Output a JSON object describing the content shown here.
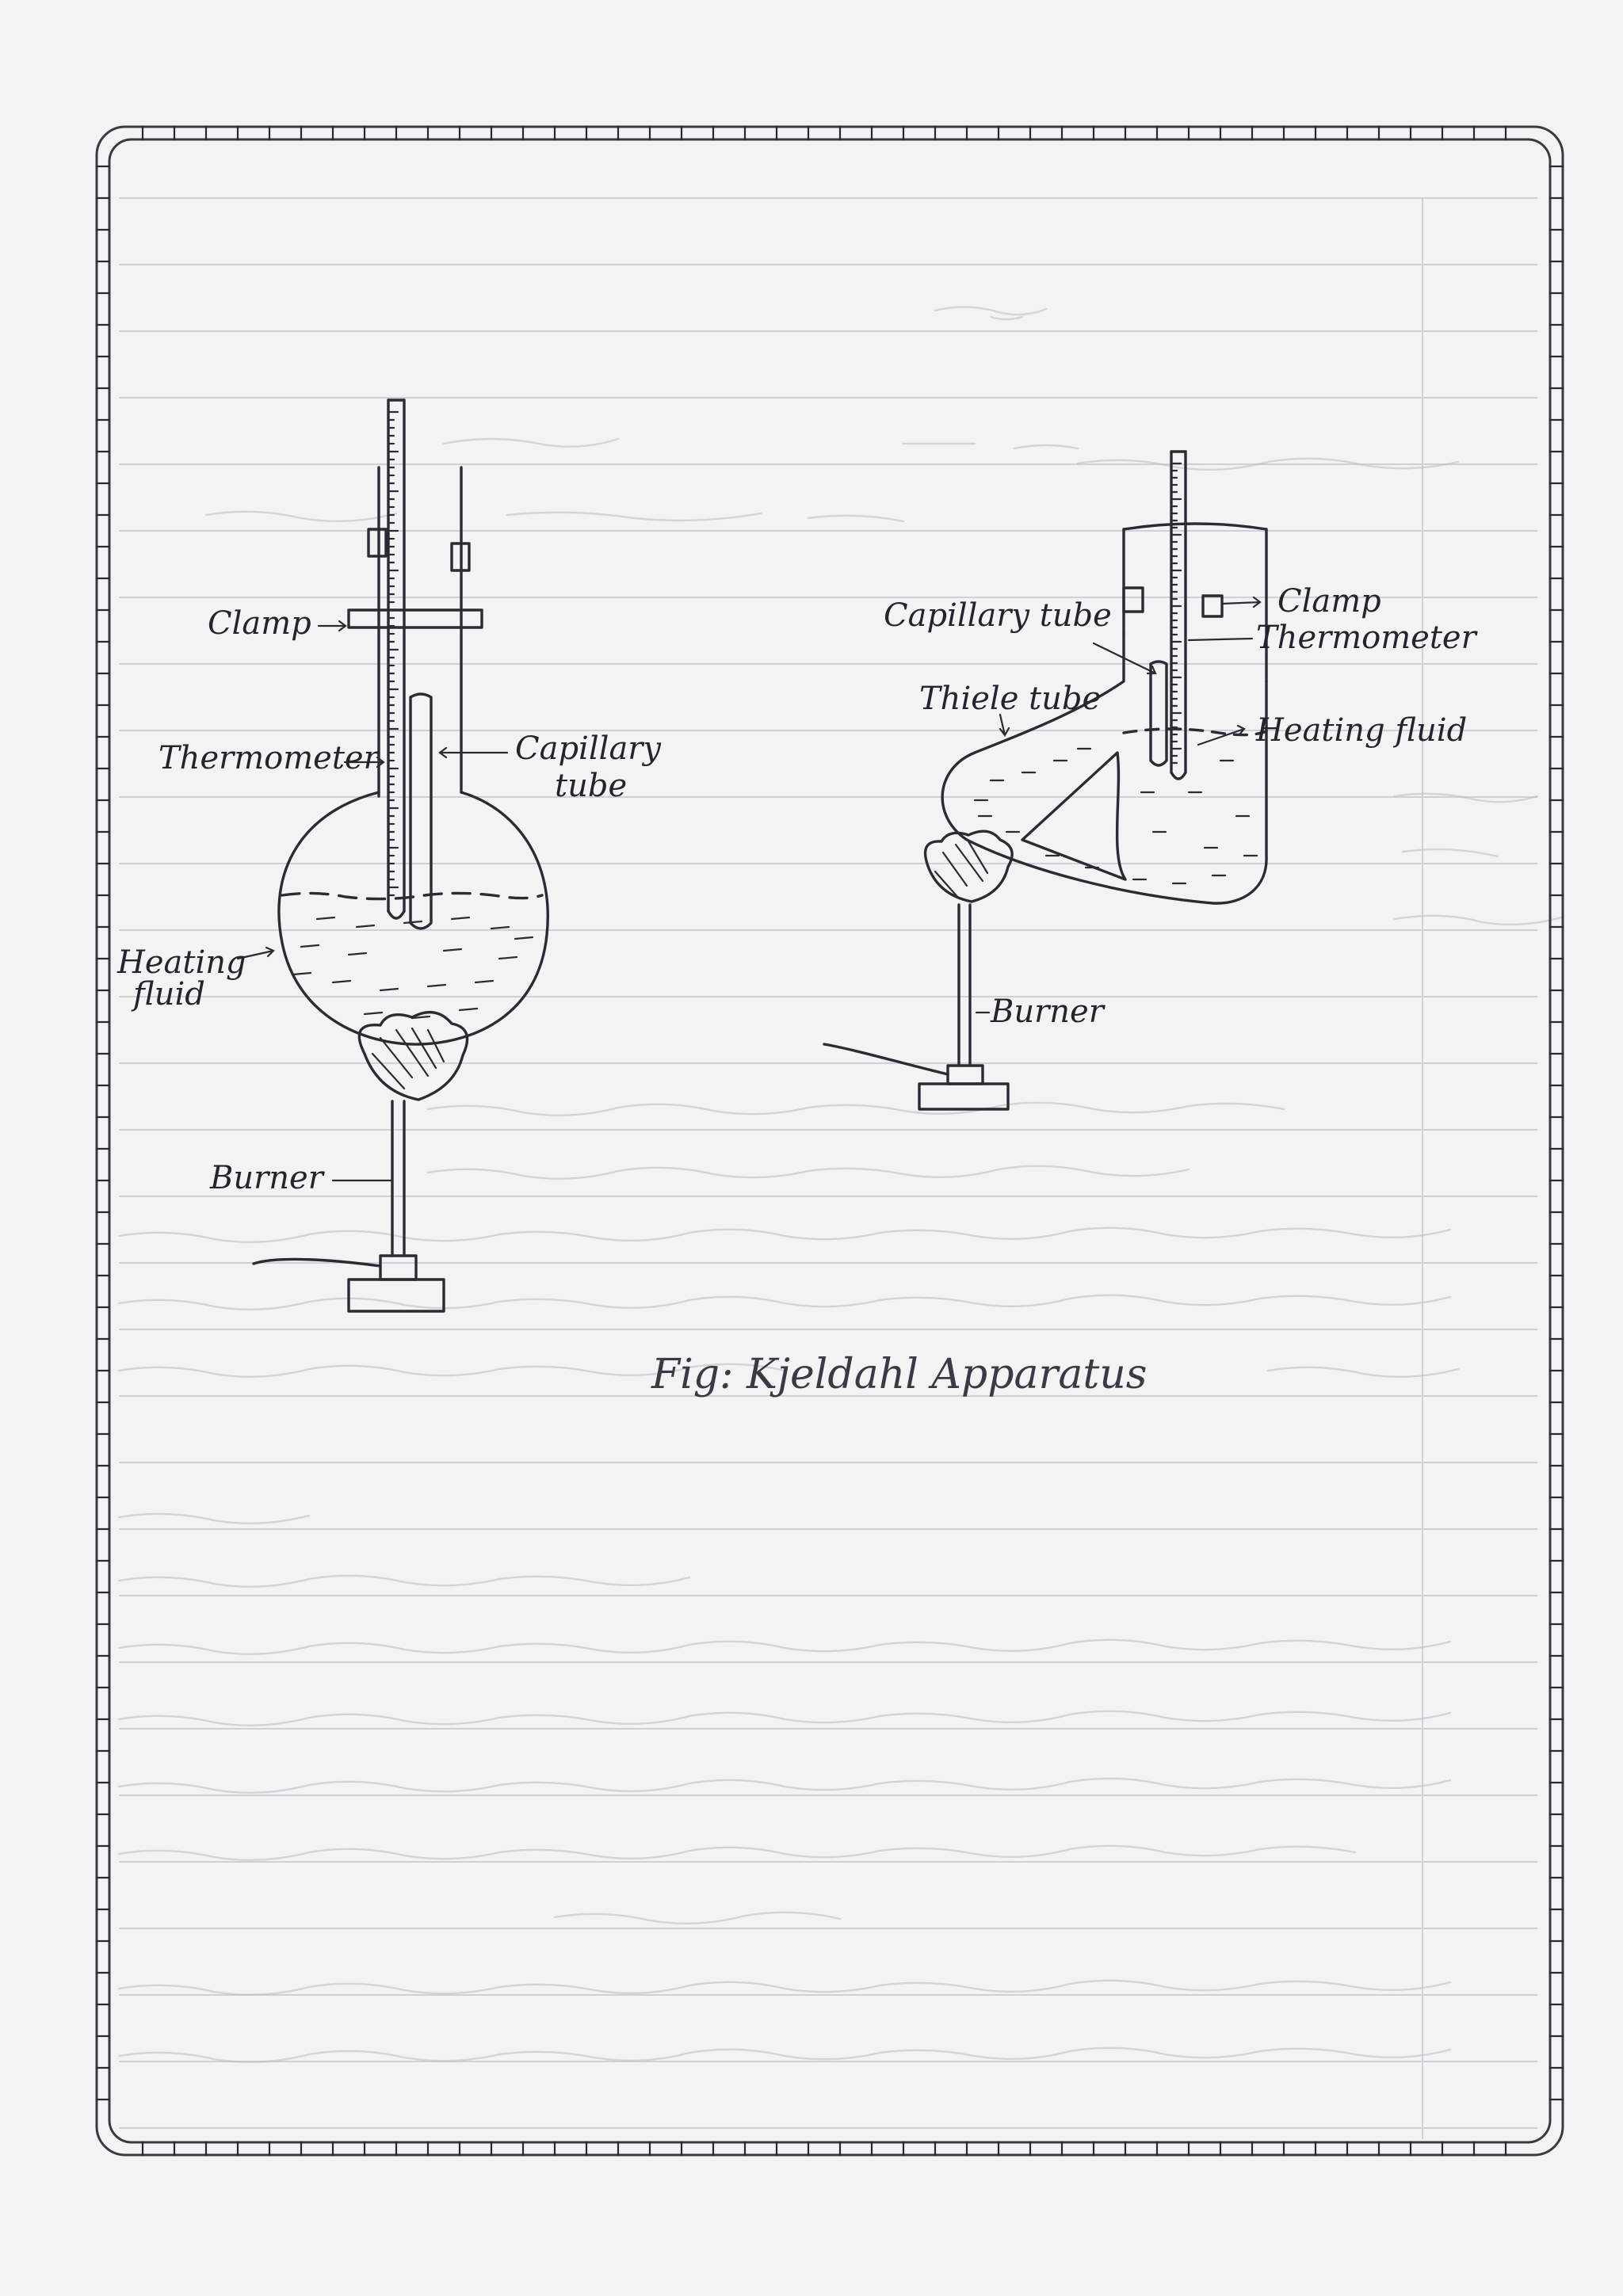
{
  "figure_caption": "Fig: Kjeldahl Apparatus",
  "left_apparatus": {
    "labels": {
      "clamp": "Clamp",
      "thermometer": "Thermometer",
      "capillary_tube_line1": "Capillary",
      "capillary_tube_line2": "tube",
      "heating_fluid_line1": "Heating",
      "heating_fluid_line2": "fluid",
      "burner": "Burner"
    }
  },
  "right_apparatus": {
    "labels": {
      "capillary_tube": "Capillary tube",
      "clamp": "Clamp",
      "thermometer": "Thermometer",
      "thiele_tube": "Thiele tube",
      "heating_fluid": "Heating fluid",
      "burner": "Burner"
    }
  },
  "colors": {
    "ink": "#2b2b33",
    "paper": "#f3f3f4"
  }
}
